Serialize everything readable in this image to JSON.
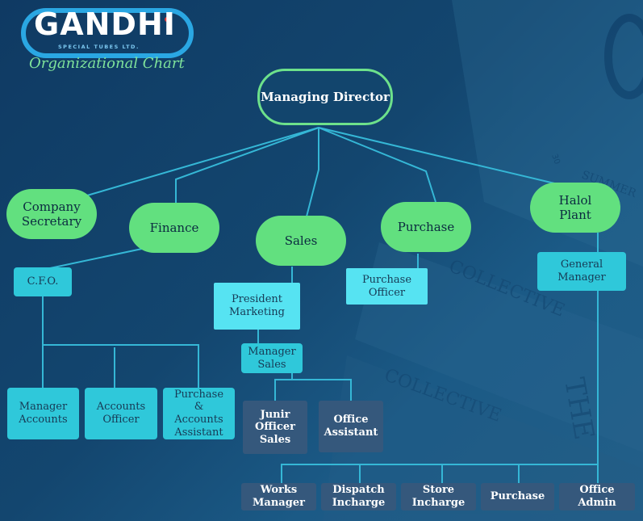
{
  "brand": {
    "logo_word": "GANDHI",
    "logo_subtext": "SPECIAL TUBES LTD.",
    "subtitle": "Organizational Chart"
  },
  "background": {
    "book_text_1": "COLLECTIVE",
    "book_text_2": "COLLECTIVE",
    "book_text_3": "SUMMER",
    "book_text_4": "THE",
    "book_text_5": "30"
  },
  "colors": {
    "accent_green": "#62e07f",
    "accent_cyan": "#56e3f2",
    "accent_teal": "#2fc8da",
    "slate": "#35587c",
    "connector": "#35b7d6"
  },
  "nodes": {
    "managing_director": "Managing Director",
    "company_secretary": "Company\nSecretary",
    "finance": "Finance",
    "sales": "Sales",
    "purchase": "Purchase",
    "halol_plant": "Halol\nPlant",
    "cfo": "C.F.O.",
    "president_marketing": "President\nMarketing",
    "purchase_officer": "Purchase\nOfficer",
    "general_manager": "General\nManager",
    "manager_sales": "Manager\nSales",
    "manager_accounts": "Manager\nAccounts",
    "accounts_officer": "Accounts\nOfficer",
    "purchase_accounts_assistant": "Purchase\n&\nAccounts\nAssistant",
    "junior_officer_sales": "Junir\nOfficer\nSales",
    "office_assistant": "Office\nAssistant",
    "works_manager": "Works\nManager",
    "dispatch_incharge": "Dispatch\nIncharge",
    "store_incharge": "Store\nIncharge",
    "plant_purchase": "Purchase",
    "office_admin": "Office\nAdmin"
  }
}
